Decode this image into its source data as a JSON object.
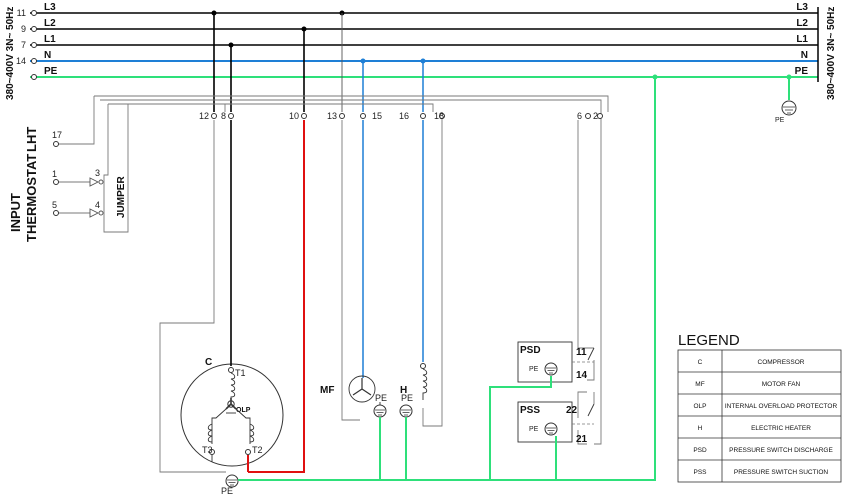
{
  "supply": {
    "voltage_label": "380~400V 3N~ 50Hz",
    "lines": [
      {
        "terminal": "11",
        "name": "L3",
        "color": "#000000"
      },
      {
        "terminal": "9",
        "name": "L2",
        "color": "#000000"
      },
      {
        "terminal": "7",
        "name": "L1",
        "color": "#000000"
      },
      {
        "terminal": "14",
        "name": "N",
        "color": "#1e7fd6"
      },
      {
        "terminal": "",
        "name": "PE",
        "color": "#2ee07a"
      }
    ]
  },
  "terminal_block": [
    "12",
    "8",
    "10",
    "13",
    "15",
    "16",
    "18",
    "6",
    "2"
  ],
  "input": {
    "title_line1": "INPUT",
    "title_line2": "THERMOSTAT",
    "device": "LHT",
    "terminals": [
      "17",
      "1",
      "3",
      "5",
      "4"
    ],
    "jumper_label": "JUMPER"
  },
  "components": {
    "compressor": {
      "label": "C",
      "terminals": [
        "T1",
        "T2",
        "T3"
      ],
      "protector": "OLP"
    },
    "motor_fan": {
      "label": "MF"
    },
    "heater": {
      "label": "H"
    },
    "psd": {
      "label": "PSD",
      "contacts": [
        "11",
        "14"
      ]
    },
    "pss": {
      "label": "PSS",
      "contacts": [
        "22",
        "21"
      ]
    },
    "pe_label": "PE"
  },
  "legend": {
    "title": "LEGEND",
    "rows": [
      {
        "code": "C",
        "desc": "COMPRESSOR"
      },
      {
        "code": "MF",
        "desc": "MOTOR FAN"
      },
      {
        "code": "OLP",
        "desc": "INTERNAL OVERLOAD PROTECTOR"
      },
      {
        "code": "H",
        "desc": "ELECTRIC HEATER"
      },
      {
        "code": "PSD",
        "desc": "PRESSURE SWITCH DISCHARGE"
      },
      {
        "code": "PSS",
        "desc": "PRESSURE SWITCH SUCTION"
      }
    ]
  },
  "colors": {
    "live": "#000000",
    "neutral": "#1e7fd6",
    "earth": "#2ee07a",
    "control": "#7a7a7a",
    "highlight": "#e01010"
  }
}
